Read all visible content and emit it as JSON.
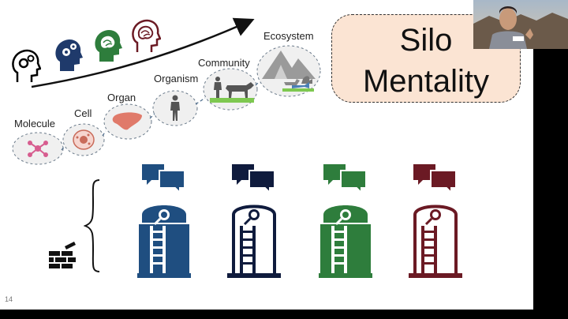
{
  "slide": {
    "number": "14",
    "title_line1": "Silo",
    "title_line2": "Mentality"
  },
  "levels": [
    {
      "label": "Molecule",
      "icon": "molecule-icon"
    },
    {
      "label": "Cell",
      "icon": "cell-icon"
    },
    {
      "label": "Organ",
      "icon": "liver-icon"
    },
    {
      "label": "Organism",
      "icon": "human-figure-icon"
    },
    {
      "label": "Community",
      "icon": "people-and-cow-icon"
    },
    {
      "label": "Ecosystem",
      "icon": "mountains-animals-icon"
    }
  ],
  "heads": [
    {
      "icon": "head-gears-icon",
      "color": "#000000"
    },
    {
      "icon": "head-gears-icon",
      "color": "#1f3a6b"
    },
    {
      "icon": "head-brain-icon",
      "color": "#2e7d3c"
    },
    {
      "icon": "head-brain-icon",
      "color": "#6b1a24"
    }
  ],
  "silos": [
    {
      "icon": "silo-with-chat-icon",
      "color": "#1f4e80"
    },
    {
      "icon": "silo-with-chat-icon",
      "color": "#0f1b3d"
    },
    {
      "icon": "silo-with-chat-icon",
      "color": "#2e7d3c"
    },
    {
      "icon": "silo-with-chat-icon",
      "color": "#6b1a24"
    }
  ],
  "colors": {
    "bubble_fill": "#f0f0f0",
    "organ_red": "#e07a6a",
    "molecule_pink": "#d75d8f",
    "silo_box_fill": "#fbe4d3"
  }
}
